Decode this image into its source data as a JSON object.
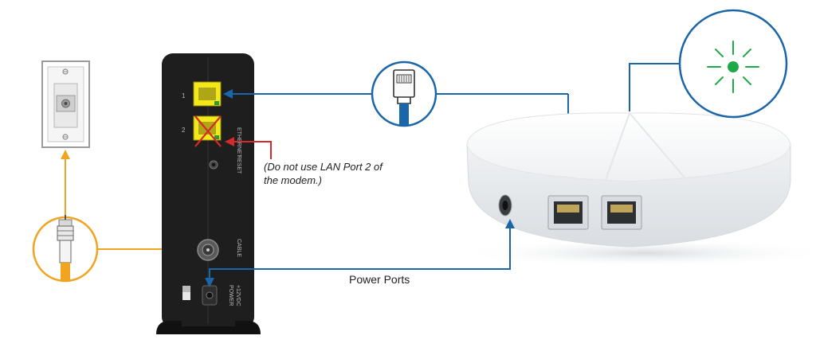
{
  "diagram": {
    "note": "(Do not use LAN Port 2 of the modem.)",
    "power_ports_label": "Power Ports",
    "modem": {
      "port_numbers": [
        "1",
        "2"
      ],
      "labels": {
        "ethernet": "ETHERNET",
        "reset": "RESET",
        "cable": "CABLE",
        "power": "POWER",
        "voltage": "+12VDC"
      }
    },
    "colors": {
      "ethernet_cable": "#1a66a8",
      "coax_cable": "#f0a420",
      "warning": "#d42a2a",
      "led": "#1fa84a",
      "modem_body": "#1e1e1e",
      "port_highlight": "#f4e81a"
    },
    "icons": [
      "coax-wall-outlet-icon",
      "coax-connector-icon",
      "ethernet-plug-icon",
      "led-indicator-icon"
    ]
  }
}
